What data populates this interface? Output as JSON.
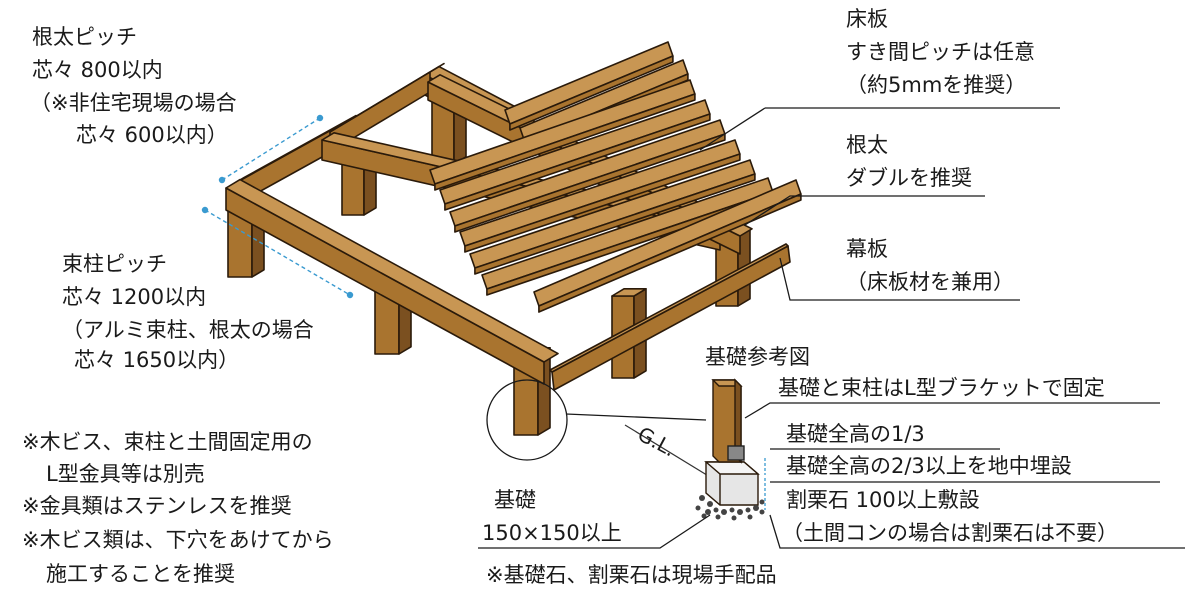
{
  "joist_pitch": {
    "title": "根太ピッチ",
    "spacing": "芯々 800以内",
    "note_line1": "（※非住宅現場の場合",
    "note_line2": "芯々 600以内）"
  },
  "post_pitch": {
    "title": "束柱ピッチ",
    "spacing": "芯々 1200以内",
    "note_line1": "（アルミ束柱、根太の場合",
    "note_line2": "芯々 1650以内）"
  },
  "floor_board": {
    "title": "床板",
    "gap": "すき間ピッチは任意",
    "recommend": "（約5mmを推奨）"
  },
  "joist": {
    "title": "根太",
    "recommend": "ダブルを推奨"
  },
  "fascia": {
    "title": "幕板",
    "note": "（床板材を兼用）"
  },
  "foundation_ref": {
    "title": "基礎参考図",
    "bracket": "基礎と束柱はL型ブラケットで固定",
    "third": "基礎全高の1/3",
    "two_thirds": "基礎全高の2/3以上を地中埋設",
    "gravel": "割栗石 100以上敷設",
    "gravel_note": "（土間コンの場合は割栗石は不要）",
    "gl": "G.L.",
    "base_title": "基礎",
    "base_size": "150×150以上",
    "supply_note": "※基礎石、割栗石は現場手配品"
  },
  "notes": [
    "※木ビス、束柱と土間固定用の",
    "L型金具等は別売",
    "※金具類はステンレスを推奨",
    "※木ビス類は、下穴をあけてから",
    "施工することを推奨"
  ],
  "colors": {
    "wood": "#a9742f",
    "wood_light": "#c89653",
    "wood_dark": "#7b5020",
    "outline": "#2a1a0a",
    "dimension": "#3a9ad0",
    "leader": "#1a1a1a"
  }
}
